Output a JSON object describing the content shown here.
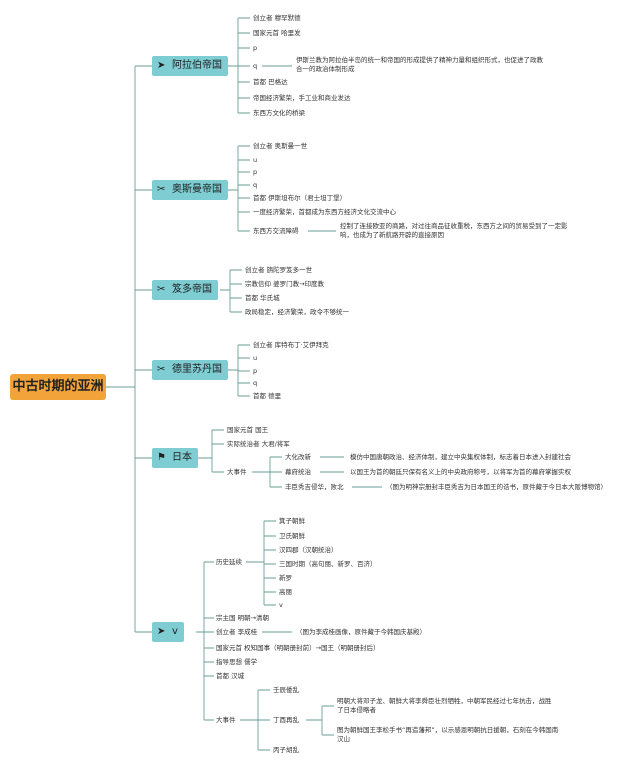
{
  "root": "中古时期的亚洲",
  "colors": {
    "root": "#f2a43a",
    "branch": "#7ecdd3",
    "line": "#6a9e9a"
  },
  "arab": {
    "title": "阿拉伯帝国",
    "icon": "paper-plane-icon",
    "items": [
      "创立者 穆罕默德",
      "国家元首 哈里发",
      "p",
      "q",
      "首都 巴格达",
      "帝国经济繁荣，手工业和商业发达",
      "东西方文化的桥梁"
    ],
    "note": "伊斯兰教为阿拉伯半岛的统一和帝国的形成提供了精神力量和组织形式，也促进了政教合一的政治体制形成"
  },
  "ottoman": {
    "title": "奥斯曼帝国",
    "icon": "crossed-tools-icon",
    "items": [
      "创立者 奥斯曼一世",
      "u",
      "p",
      "q",
      "首都 伊斯坦布尔（君士坦丁堡）",
      "一度经济繁荣，首都成为东西方经济文化交流中心",
      "东西方交流障碍"
    ],
    "note": "控制了连接欧亚的商路，对过往商品征收重税，东西方之间的贸易受到了一定影响，也成为了新航路开辟的直接原因"
  },
  "gupta": {
    "title": "笈多帝国",
    "icon": "crossed-tools-icon",
    "items": [
      "创立者 旃陀罗笈多一世",
      "宗教信仰 婆罗门教→印度教",
      "首都 华氏城",
      "政局稳定，经济繁荣，政令不够统一"
    ]
  },
  "delhi": {
    "title": "德里苏丹国",
    "icon": "crossed-tools-icon",
    "items": [
      "创立者 库特布丁·艾伊拜克",
      "u",
      "p",
      "q",
      "首都 德里"
    ]
  },
  "japan": {
    "title": "日本",
    "icon": "flag-icon",
    "items": [
      "国家元首 国王",
      "实际统治者 大君/将军",
      "大事件"
    ],
    "events": [
      "大化改新",
      "幕府统治",
      "丰臣秀吉侵华，败北"
    ],
    "notes": [
      "模仿中国唐朝政治、经济体制，建立中央集权体制，标志着日本进入封建社会",
      "以国王为首的朝廷只保有名义上的中央政府称号，以将军为首的幕府掌握实权",
      "（图为明神宗册封丰臣秀吉为日本国王的诰书，原件藏于今日本大阪博物馆）"
    ]
  },
  "korea": {
    "title": "v",
    "icon": "paper-plane-icon",
    "history_label": "历史延续",
    "history": [
      "箕子朝鲜",
      "卫氏朝鲜",
      "汉四郡（汉朝统治）",
      "三国时期（高句丽、新罗、百济）",
      "新罗",
      "高丽",
      "v"
    ],
    "items": [
      "宗主国 明朝→清朝",
      "创立者 李成桂",
      "国家元首 权知国事（明朝册封前）→国王（明朝册封后）",
      "指导思想 儒学",
      "首都 汉城",
      "大事件"
    ],
    "li_note": "（图为李成桂画像，原件藏于今韩国庆基殿）",
    "events": [
      "壬辰倭乱",
      "丁酉再乱",
      "丙子胡乱"
    ],
    "event_notes": [
      "明朝大将邓子龙、朝鲜大将李舜臣壮烈牺牲，中朝军民经过七年抗击，战胜了日本侵略者",
      "图为朝鲜国王李松手书“再造藩邦”，以示感恩明朝抗日援朝，石刻在今韩国南汉山"
    ]
  }
}
